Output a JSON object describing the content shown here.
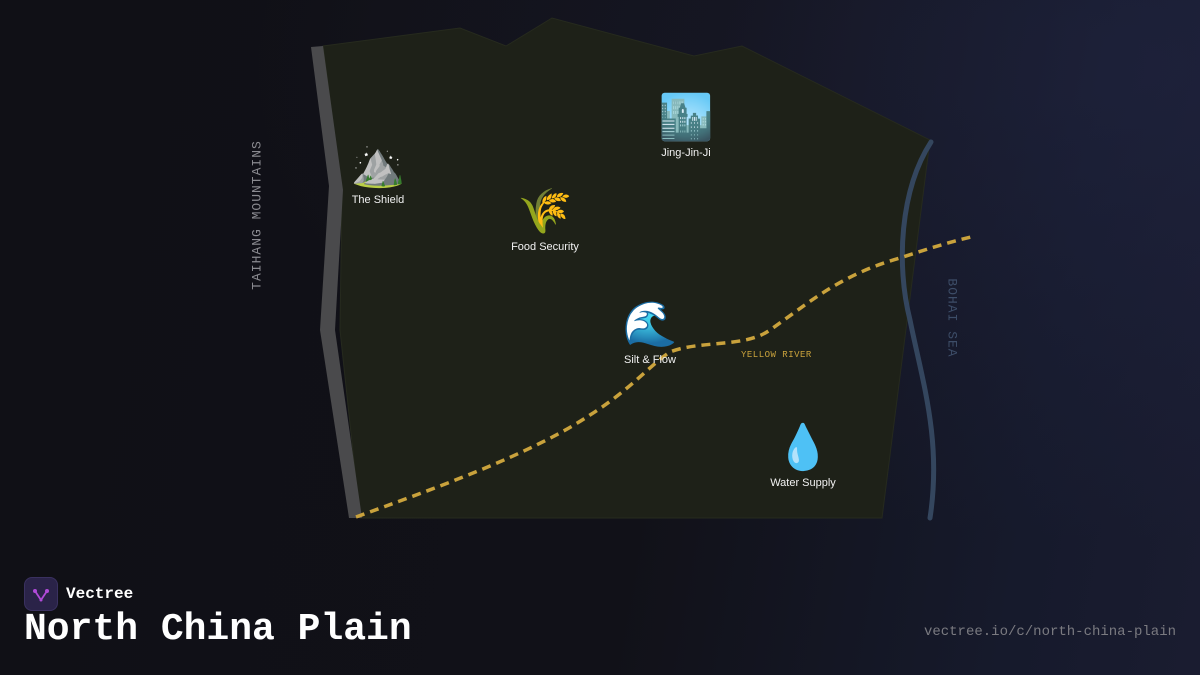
{
  "brand": {
    "name": "Vectree"
  },
  "title": "North China Plain",
  "url": "vectree.io/c/north-china-plain",
  "map": {
    "left_range_label": "TAIHANG MOUNTAINS",
    "sea_label": "BOHAI SEA",
    "river_label": "YELLOW RIVER",
    "markers": [
      {
        "id": "shield",
        "emoji": "⛰️",
        "label": "The Shield"
      },
      {
        "id": "food",
        "emoji": "🌾",
        "label": "Food Security"
      },
      {
        "id": "city",
        "emoji": "🏙️",
        "label": "Jing-Jin-Ji"
      },
      {
        "id": "silt",
        "emoji": "🌊",
        "label": "Silt & Flow"
      },
      {
        "id": "water",
        "emoji": "💧",
        "label": "Water Supply"
      }
    ]
  },
  "colors": {
    "plain_fill": "#1e2118",
    "mountain": "#4a4a4c",
    "coast": "#34465e",
    "river": "#c9a23c",
    "logo_accent": "#b04ad8"
  }
}
